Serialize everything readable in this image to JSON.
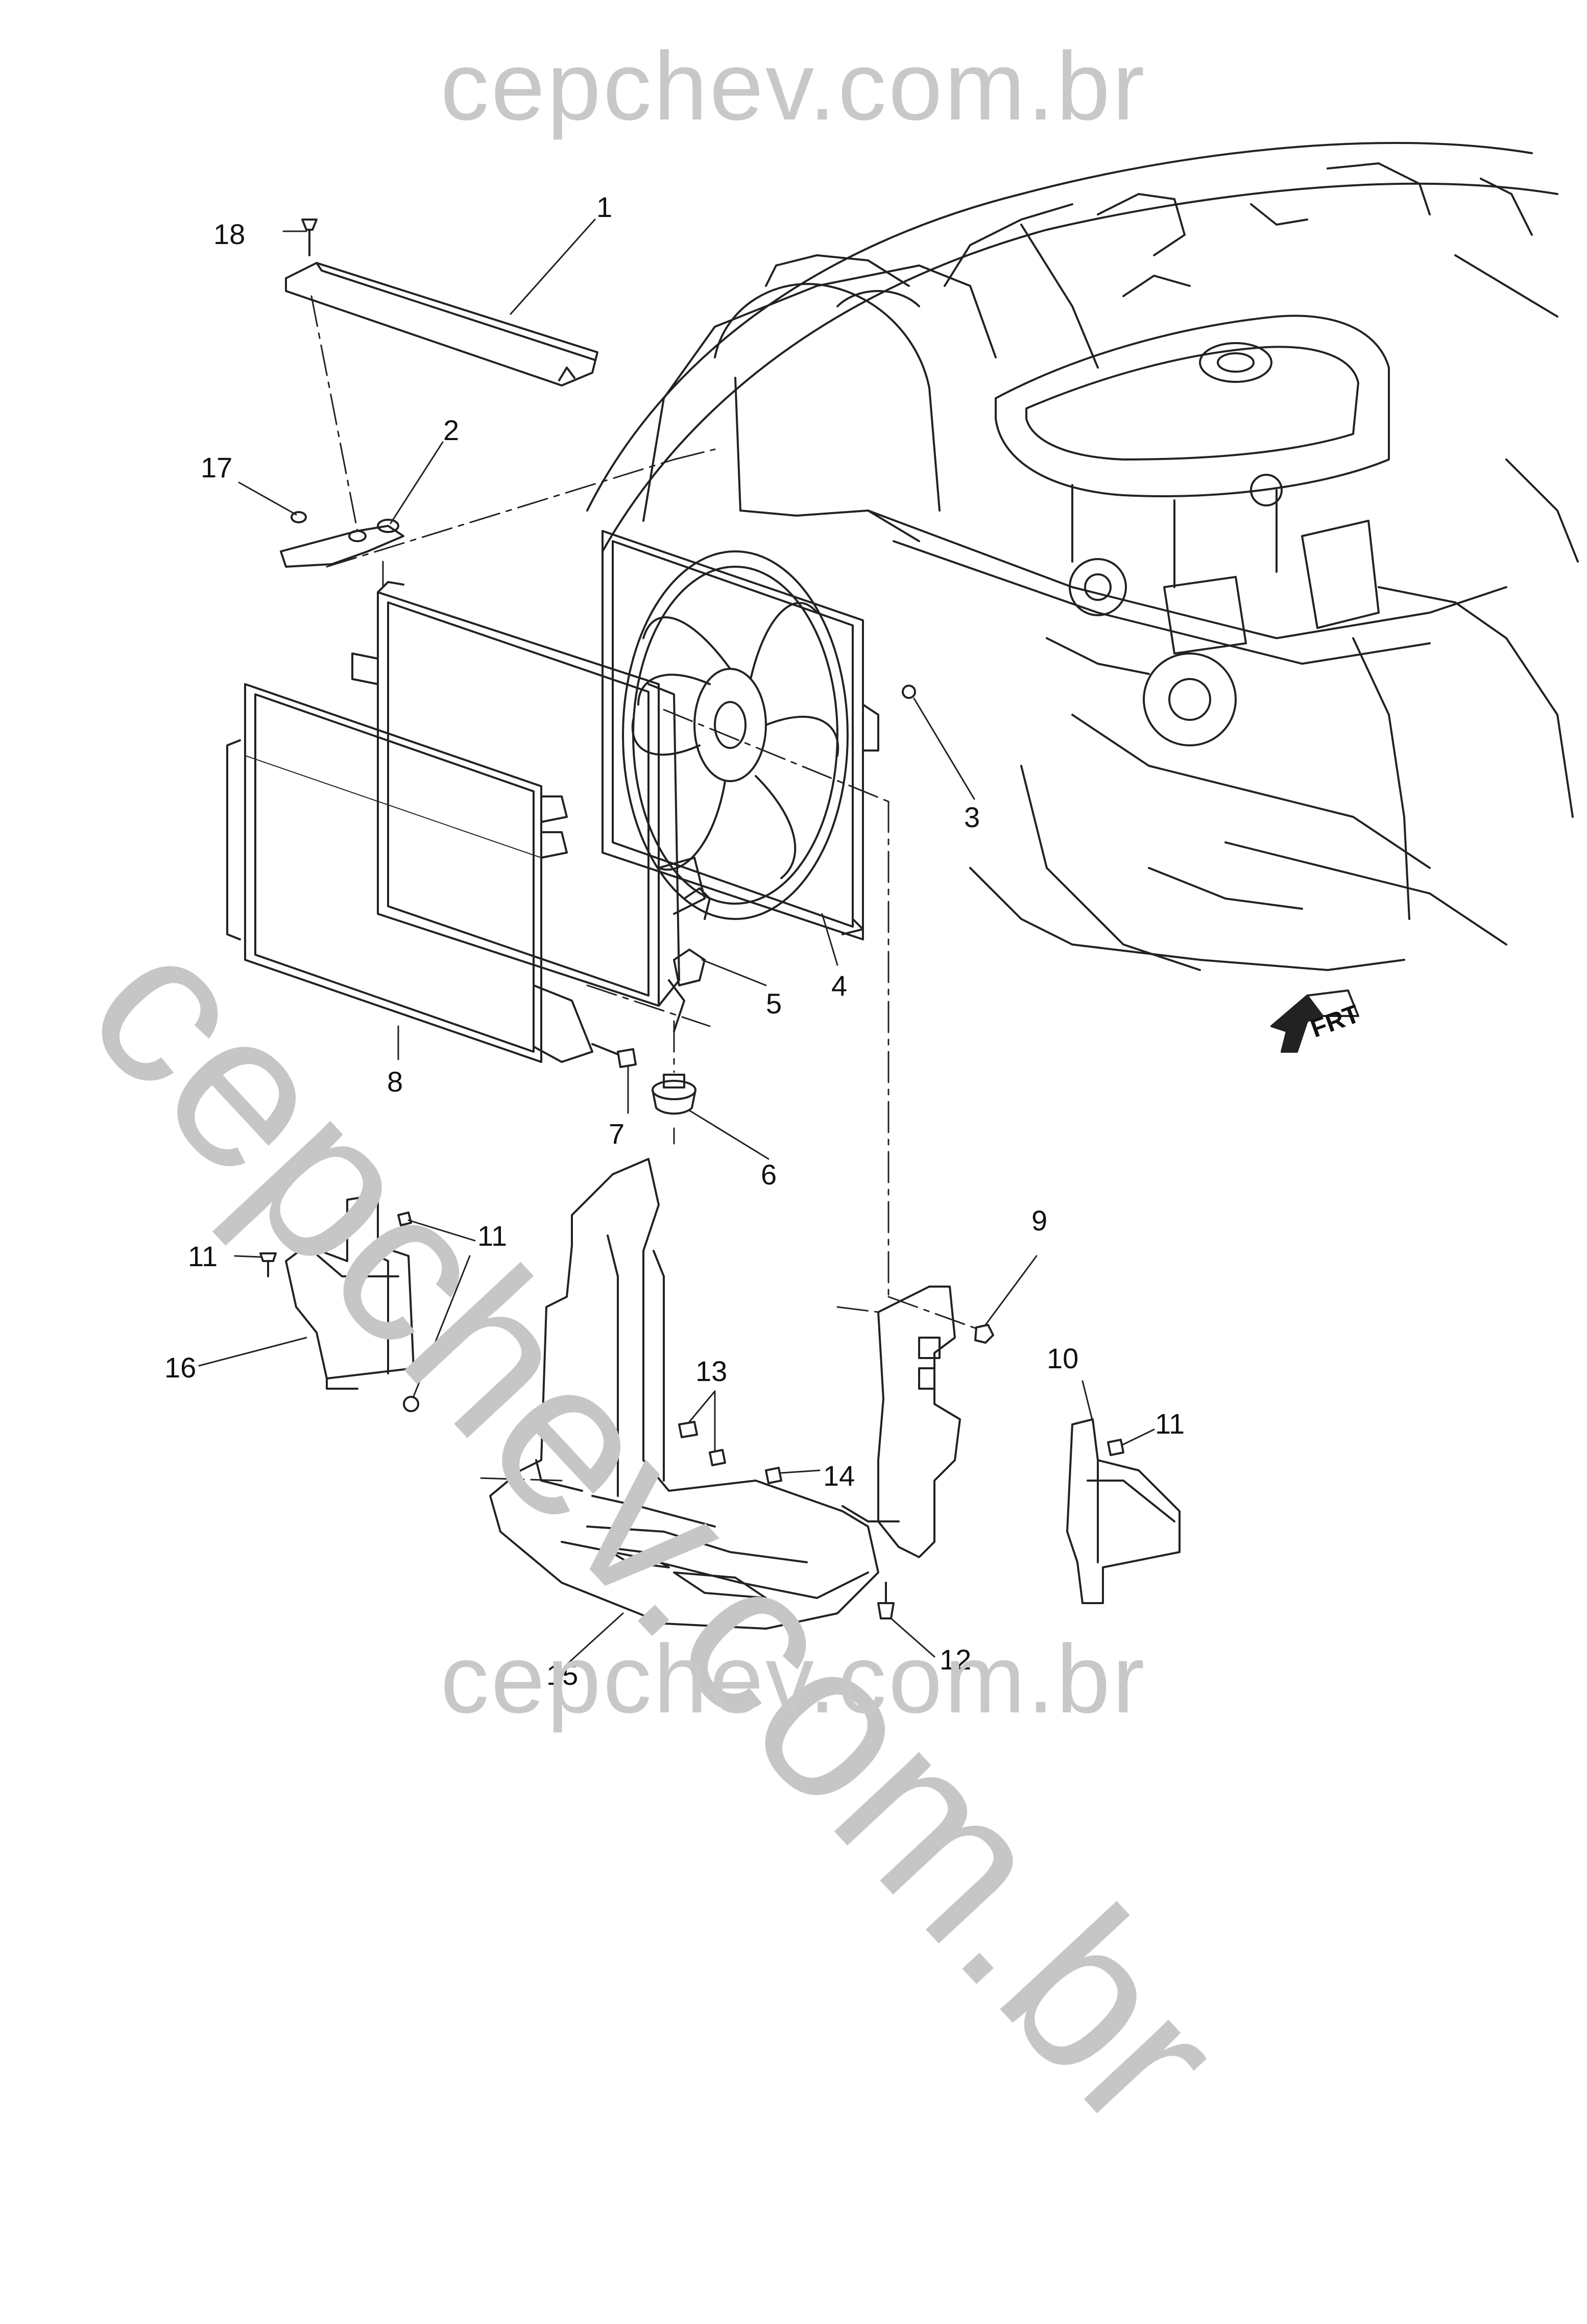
{
  "watermark": {
    "top": "cepchev.com.br",
    "diagonal": "cepchev.com.br",
    "bottom": "cepchev.com.br"
  },
  "direction_indicator": {
    "label": "FRT"
  },
  "callouts": [
    {
      "id": "c1",
      "label": "1"
    },
    {
      "id": "c2",
      "label": "2"
    },
    {
      "id": "c3",
      "label": "3"
    },
    {
      "id": "c4",
      "label": "4"
    },
    {
      "id": "c5",
      "label": "5"
    },
    {
      "id": "c6",
      "label": "6"
    },
    {
      "id": "c7",
      "label": "7"
    },
    {
      "id": "c8",
      "label": "8"
    },
    {
      "id": "c9",
      "label": "9"
    },
    {
      "id": "c10",
      "label": "10"
    },
    {
      "id": "c11a",
      "label": "11"
    },
    {
      "id": "c11b",
      "label": "11"
    },
    {
      "id": "c11c",
      "label": "11"
    },
    {
      "id": "c12",
      "label": "12"
    },
    {
      "id": "c13",
      "label": "13"
    },
    {
      "id": "c14",
      "label": "14"
    },
    {
      "id": "c15",
      "label": "15"
    },
    {
      "id": "c16",
      "label": "16"
    },
    {
      "id": "c17",
      "label": "17"
    },
    {
      "id": "c18",
      "label": "18"
    }
  ]
}
